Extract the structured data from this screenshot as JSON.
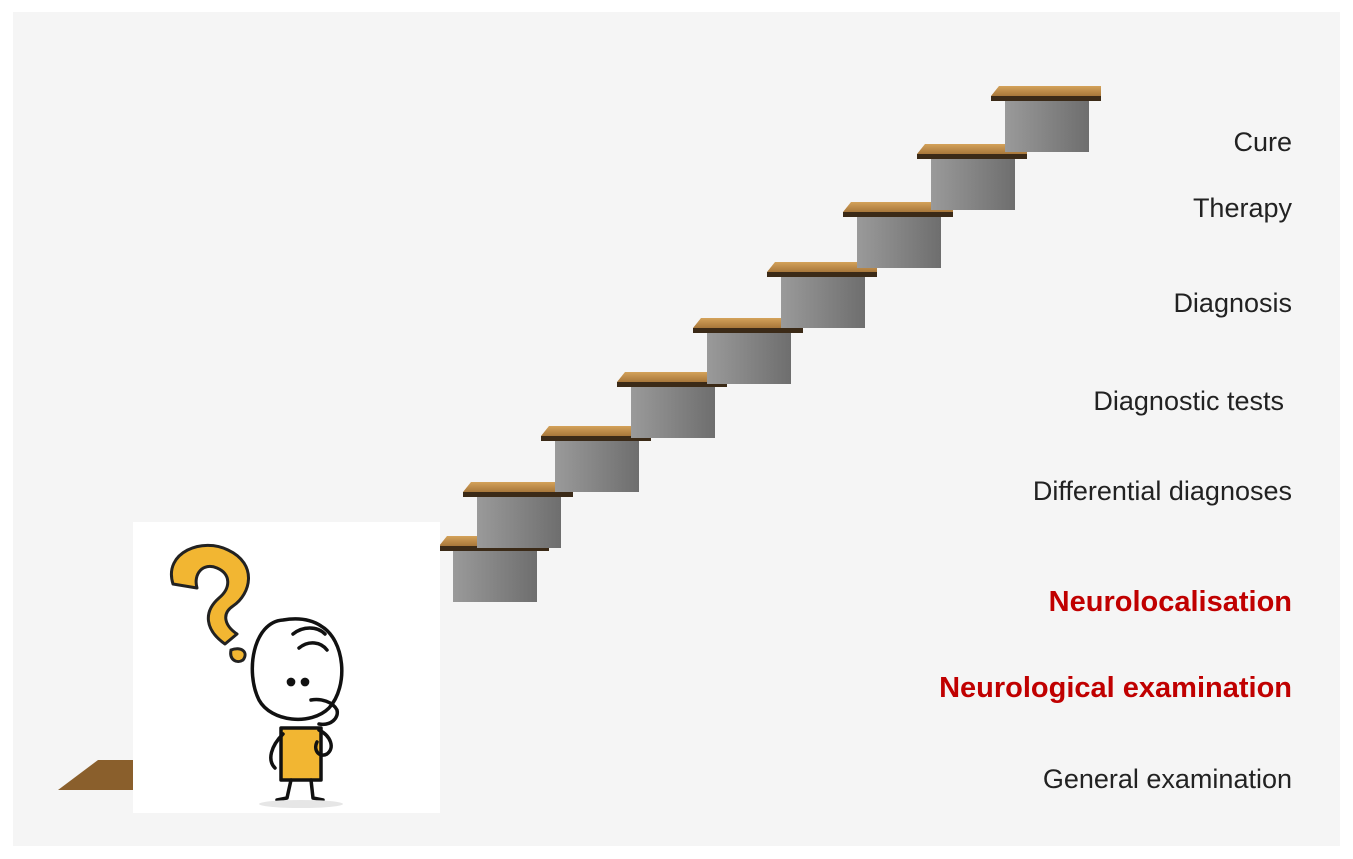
{
  "steps": [
    {
      "label": "Cure",
      "highlight": false
    },
    {
      "label": "Therapy",
      "highlight": false
    },
    {
      "label": "Diagnosis",
      "highlight": false
    },
    {
      "label": "Diagnostic tests",
      "highlight": false
    },
    {
      "label": "Differential diagnoses",
      "highlight": false
    },
    {
      "label": "Neurolocalisation",
      "highlight": true
    },
    {
      "label": "Neurological examination",
      "highlight": true
    },
    {
      "label": "General examination",
      "highlight": false
    }
  ],
  "colors": {
    "background": "#f5f5f5",
    "highlight_text": "#c00000",
    "normal_text": "#222222",
    "tread": "#b98a4a",
    "riser": "#8f8f8f",
    "figure_accent": "#f2b632"
  },
  "icons": {
    "staircase": "staircase-illustration",
    "figure": "thinking-stick-figure-icon",
    "question": "question-mark-icon"
  }
}
